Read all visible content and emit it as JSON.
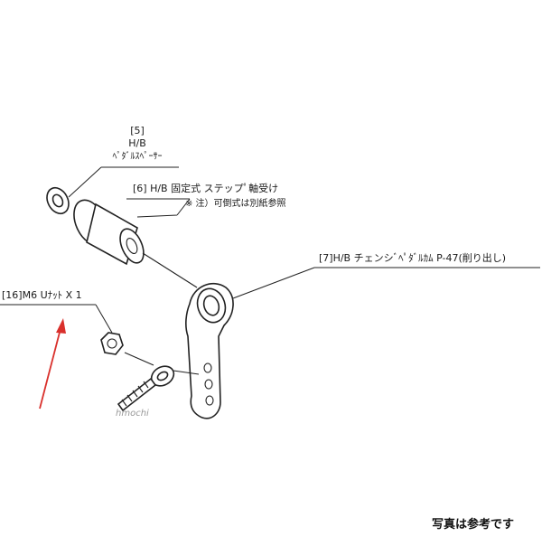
{
  "labels": {
    "part5_number": "[5]",
    "part5_line1": "H/B",
    "part5_line2": "ﾍﾟﾀﾞﾙｽﾍﾟｰｻｰ",
    "part6_line1": "[6] H/B 固定式 ステップﾟ軸受け",
    "part6_line2": "※ 注）可倒式は別紙参照",
    "part7": "[7]H/B チェンシﾞﾍﾟﾀﾞﾙｶﾑ P-47(削り出し)",
    "part16": "[16]M6 Uﾅｯﾄ X 1"
  },
  "watermark": "hmochi",
  "footer_note": "写真は参考です",
  "colors": {
    "line": "#222222",
    "arrow": "#d9302c",
    "background": "#ffffff"
  }
}
